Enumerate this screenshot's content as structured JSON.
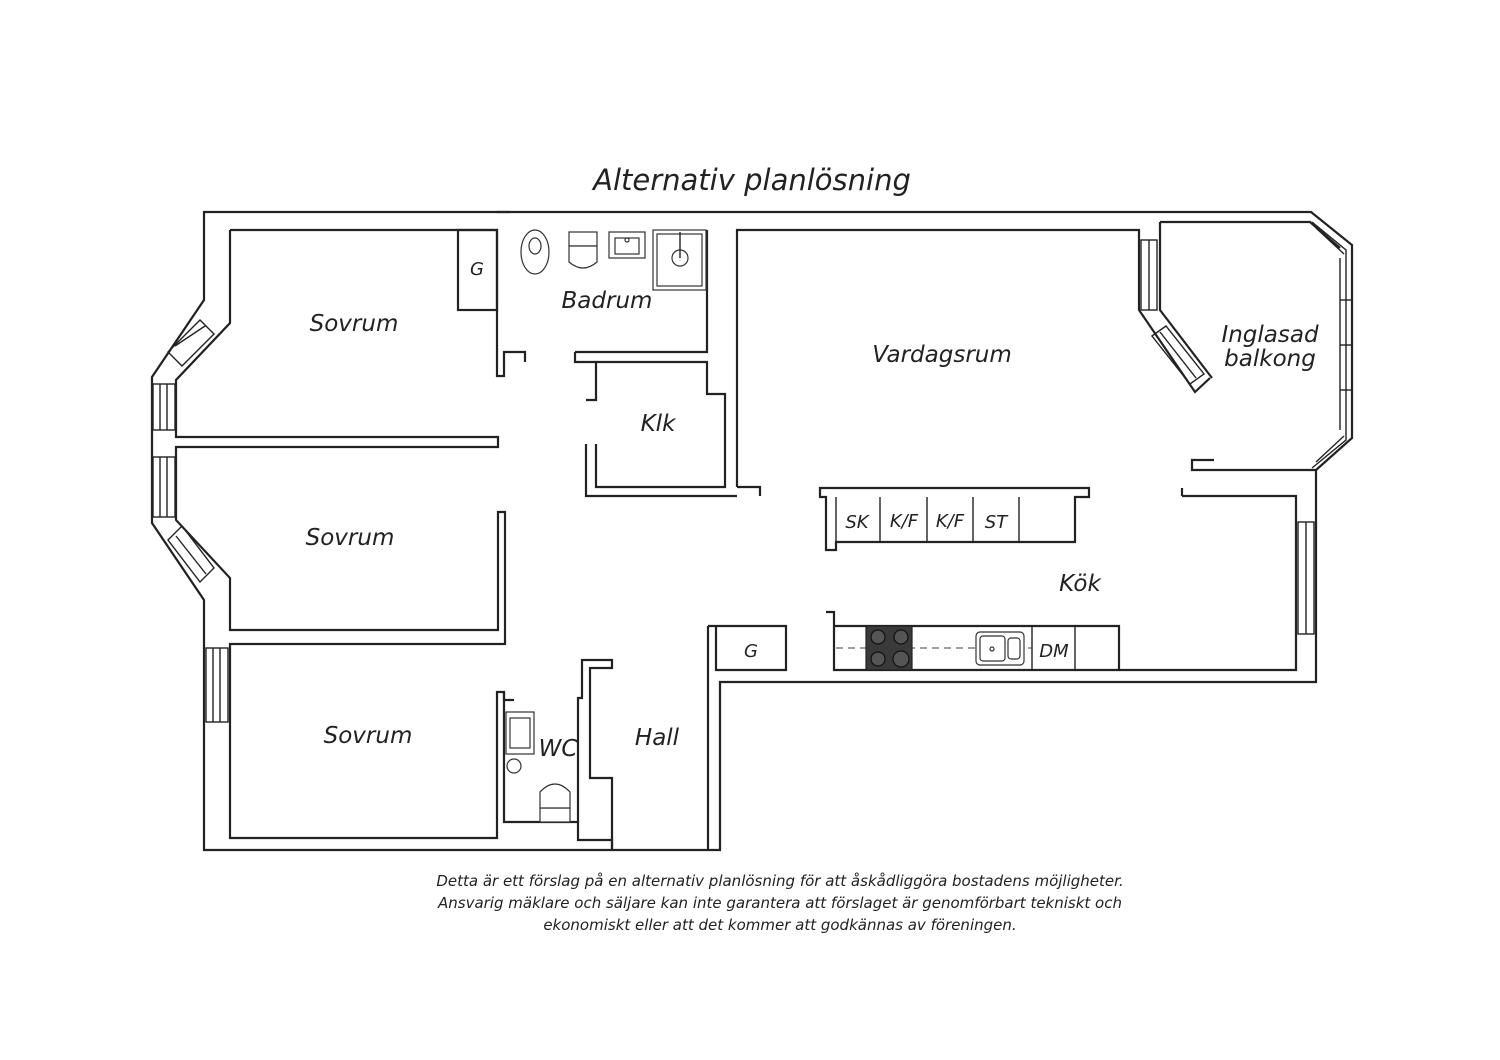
{
  "title": "Alternativ planlösning",
  "rooms": {
    "sovrum_1": "Sovrum",
    "sovrum_2": "Sovrum",
    "sovrum_3": "Sovrum",
    "badrum": "Badrum",
    "klk": "Klk",
    "vardagsrum": "Vardagsrum",
    "inglasad_balkong_line1": "Inglasad",
    "inglasad_balkong_line2": "balkong",
    "kok": "Kök",
    "hall": "Hall",
    "wc": "WC"
  },
  "closets": {
    "bedroom_closet": "G",
    "kitchen_closet": "G"
  },
  "appliances": {
    "island": [
      "SK",
      "K/F",
      "K/F",
      "ST"
    ],
    "dishwasher": "DM"
  },
  "disclaimer": {
    "line1": "Detta är ett förslag på en alternativ planlösning för att åskådliggöra bostadens möjligheter.",
    "line2": "Ansvarig mäklare och säljare kan inte garantera att förslaget är genomförbart tekniskt och",
    "line3": "ekonomiskt eller att det kommer att godkännas av föreningen."
  }
}
